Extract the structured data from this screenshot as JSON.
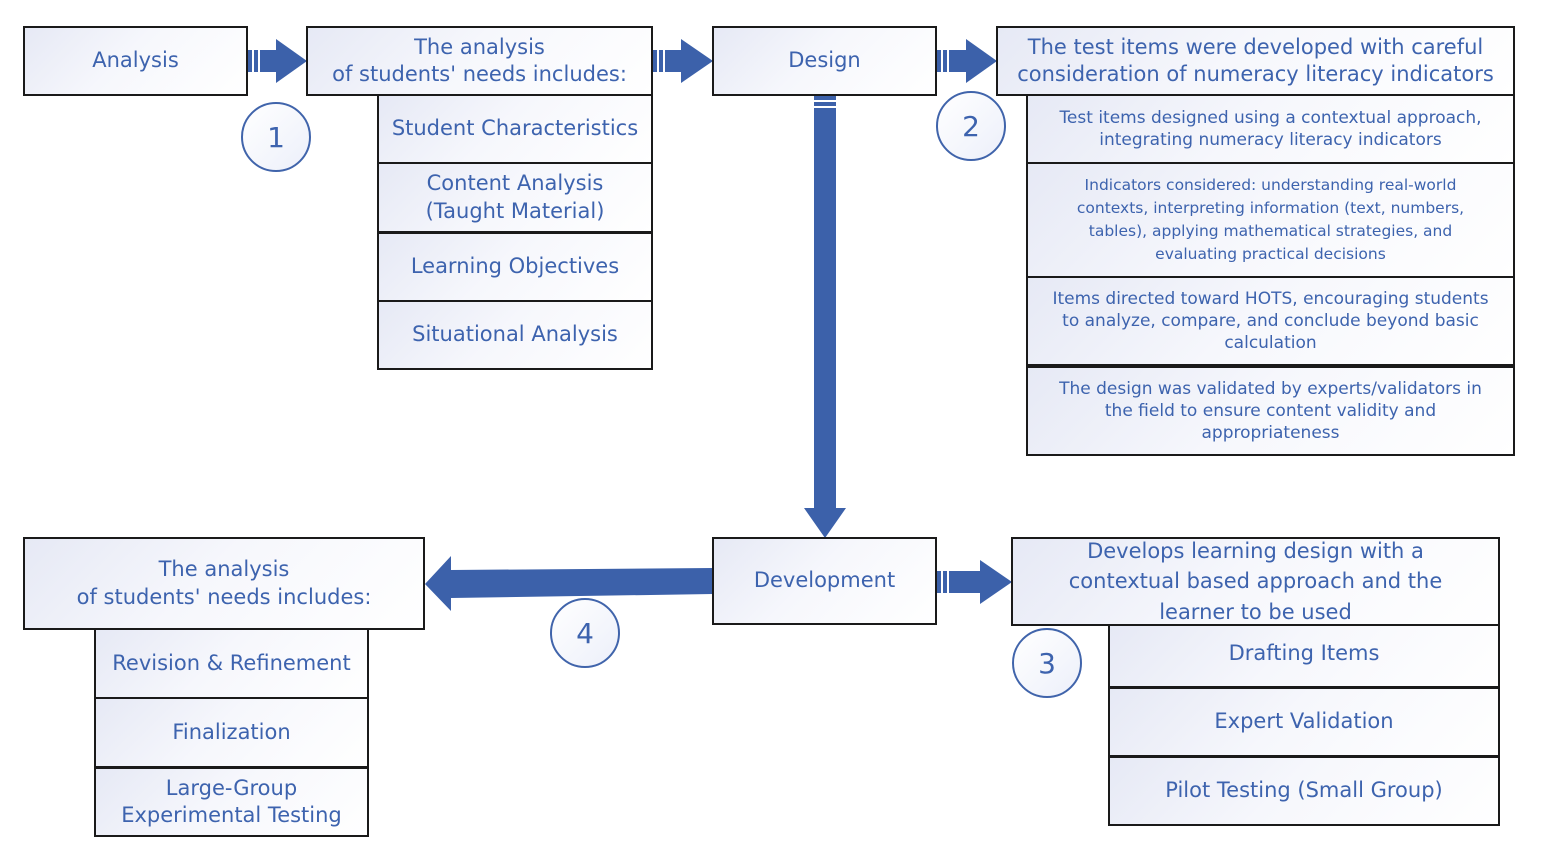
{
  "colors": {
    "accent": "#3d63ae",
    "arrow": "#3c61aa",
    "border": "#1a1a1a"
  },
  "stages": {
    "analysis": "Analysis",
    "design": "Design",
    "development": "Development"
  },
  "analysis_group": {
    "header": "The analysis\nof students' needs includes:",
    "items": [
      "Student Characteristics",
      "Content Analysis\n(Taught Material)",
      "Learning Objectives",
      "Situational Analysis"
    ]
  },
  "design_group": {
    "header": "The test items were developed with careful\nconsideration of numeracy literacy indicators",
    "items": [
      "Test items designed using a contextual approach,\nintegrating numeracy literacy indicators",
      "Indicators considered: understanding real-world\ncontexts, interpreting information (text, numbers,\ntables), applying mathematical strategies, and\nevaluating practical decisions",
      "Items directed toward HOTS, encouraging students\nto analyze, compare, and conclude beyond basic\ncalculation",
      "The design was validated by experts/validators in\nthe field to ensure content validity and\nappropriateness"
    ]
  },
  "development_group": {
    "header": "Develops learning design with a\ncontextual based approach and the\nlearner to be used",
    "items": [
      "Drafting Items",
      "Expert Validation",
      "Pilot Testing (Small Group)"
    ]
  },
  "implementation_group": {
    "header": "The analysis\nof students' needs includes:",
    "items": [
      "Revision & Refinement",
      "Finalization",
      "Large-Group\nExperimental Testing"
    ]
  },
  "step_numbers": [
    "1",
    "2",
    "3",
    "4"
  ]
}
